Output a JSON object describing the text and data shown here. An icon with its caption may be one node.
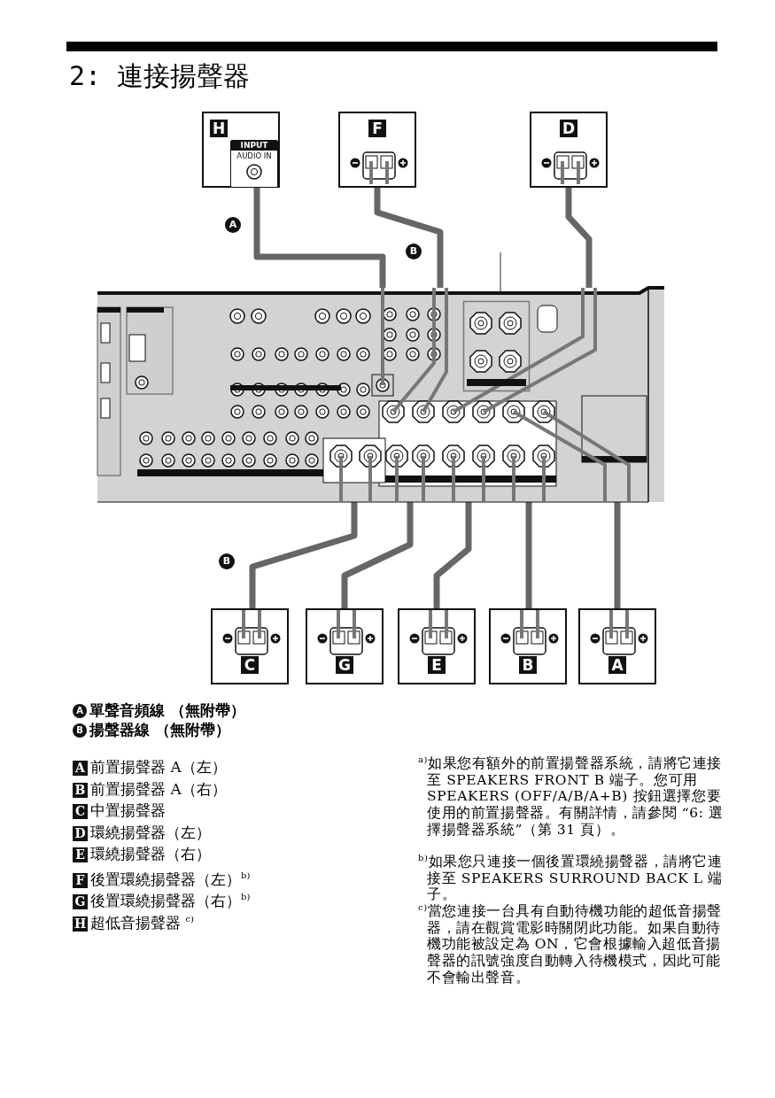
{
  "diagram": {
    "title": "2: 連接揚聲器",
    "nodes": [
      {
        "text": [
          "H",
          "INPUT",
          "AUDIO IN"
        ]
      },
      {
        "text": [
          "F"
        ]
      },
      {
        "text": [
          "D"
        ]
      },
      {
        "text": [],
        "shape": "picture"
      },
      {
        "text": [],
        "shape": "box",
        "in": 3
      },
      {
        "text": [
          "C"
        ]
      },
      {
        "text": [
          "G"
        ]
      },
      {
        "text": [
          "E"
        ]
      },
      {
        "text": [
          "B"
        ]
      },
      {
        "text": [
          "A"
        ]
      }
    ],
    "edges": [
      {
        "from": 0,
        "to": 3,
        "arrow": "none"
      },
      {
        "from": 1,
        "to": 3,
        "arrow": "none"
      },
      {
        "from": 2,
        "to": 3,
        "arrow": "none"
      },
      {
        "from": null,
        "to": 4,
        "arrow": "none"
      },
      {
        "from": 3,
        "to": 5,
        "arrow": "none"
      },
      {
        "from": 3,
        "to": 6,
        "arrow": "none"
      },
      {
        "from": 3,
        "to": 7,
        "arrow": "none"
      },
      {
        "from": 3,
        "to": 8,
        "arrow": "none"
      },
      {
        "from": 3,
        "to": 9,
        "arrow": "none"
      }
    ],
    "labels": [
      "A",
      "B",
      "B",
      "A",
      "單聲音頻線 （無附帶）",
      "B",
      "揚聲器線 （無附帶）",
      "A",
      "前置揚聲器 A（左）",
      "B",
      "前置揚聲器 A（右）",
      "C",
      "中置揚聲器",
      "D",
      "環繞揚聲器（左）",
      "E",
      "環繞揚聲器（右）",
      "F",
      "後置環繞揚聲器（左）$^{b)}$",
      "G",
      "後置環繞揚聲器（右）$^{b)}$",
      "H",
      "超低音揚聲器 $^{c)}$",
      "$^{a)}$如果您有額外的前置揚聲器系統，請將它連接至 SPEAKERS FRONT B 端子。您可用 SPEAKERS (OFF/A/B/A+B) 按鈕選擇您要使用的前置揚聲器。有關詳情，請參閱 “6: 選擇揚聲器系統”（第 31 頁）。",
      "$^{b)}$如果您只連接一個後置環繞揚聲器，請將它連接至 SPEAKERS SURROUND BACK L 端子。",
      "$^{c)}$當您連接一台具有自動待機功能的超低音揚聲器，請在觀賞電影時關閉此功能。如果自動待機功能被設定為 ON，它會根據輸入超低音揚聲器的訊號強度自動轉入待機模式，因此可能不會輸出聲音。"
    ]
  }
}
